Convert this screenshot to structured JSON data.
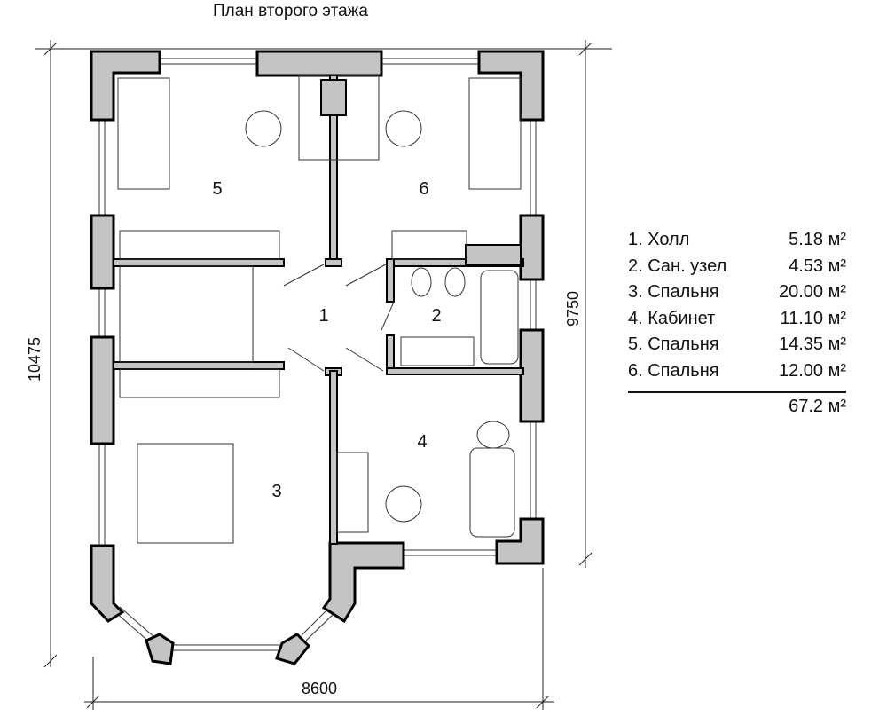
{
  "title": "План второго этажа",
  "dimensions": {
    "width_total": "8600",
    "height_left": "10475",
    "height_right": "9750"
  },
  "rooms_on_plan": [
    "1",
    "2",
    "3",
    "4",
    "5",
    "6"
  ],
  "legend": {
    "rows": [
      {
        "name": "1. Холл",
        "area": "5.18 м²"
      },
      {
        "name": "2. Сан. узел",
        "area": "4.53 м²"
      },
      {
        "name": "3. Спальня",
        "area": "20.00 м²"
      },
      {
        "name": "4. Кабинет",
        "area": "11.10 м²"
      },
      {
        "name": "5. Спальня",
        "area": "14.35 м²"
      },
      {
        "name": "6. Спальня",
        "area": "12.00 м²"
      }
    ],
    "total": "67.2 м²"
  },
  "colors": {
    "wall_fill": "#c4c4c4",
    "line": "#000000"
  }
}
